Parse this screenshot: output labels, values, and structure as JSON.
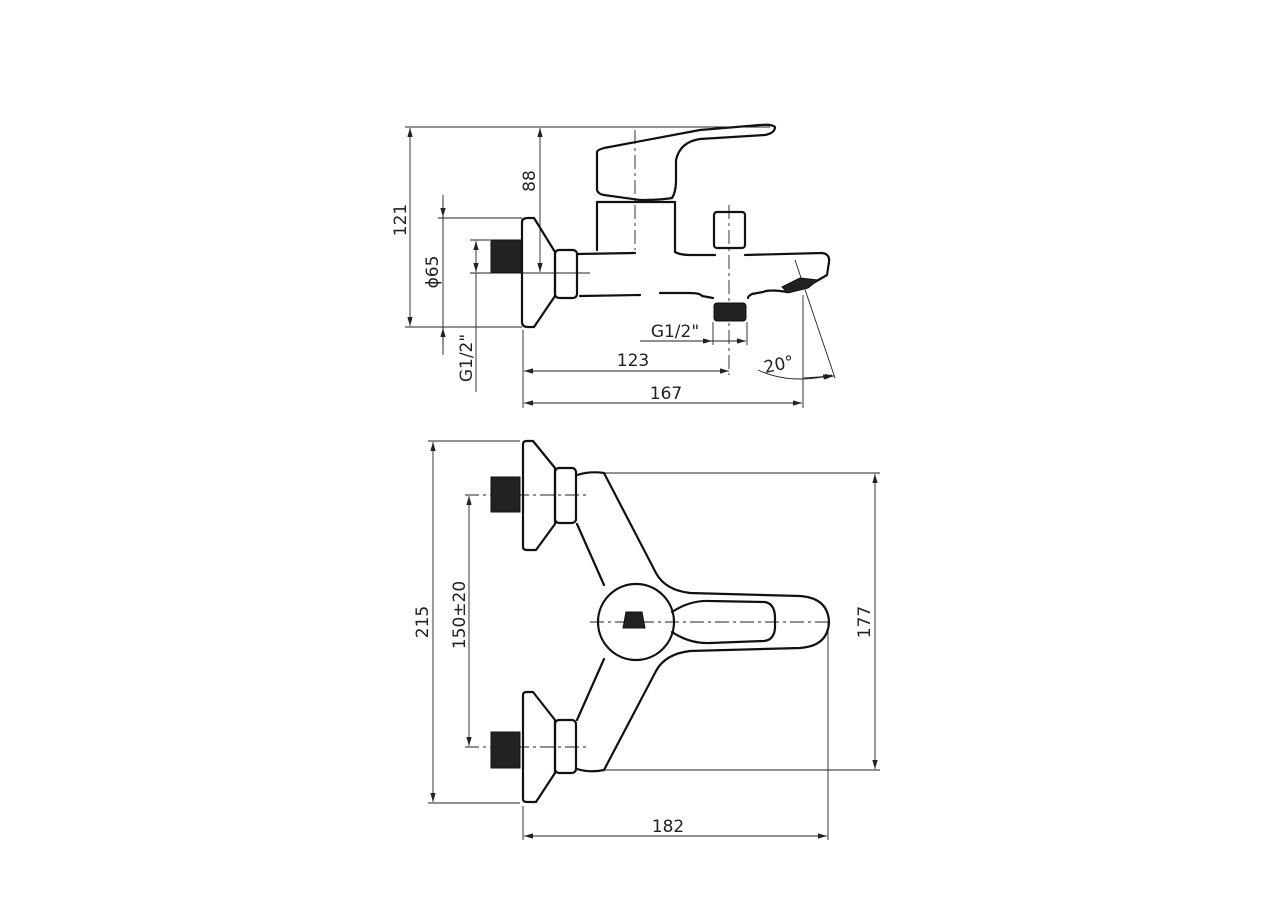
{
  "side_view": {
    "height_total": "121",
    "lever_height": "88",
    "flange_diameter": "ϕ65",
    "inlet_thread": "G1/2\"",
    "outlet_thread": "G1/2\"",
    "outlet_distance": "123",
    "spout_length": "167",
    "spout_angle": "20°"
  },
  "top_view": {
    "overall_height": "215",
    "inlet_spacing": "150±20",
    "body_height": "177",
    "overall_depth": "182"
  }
}
